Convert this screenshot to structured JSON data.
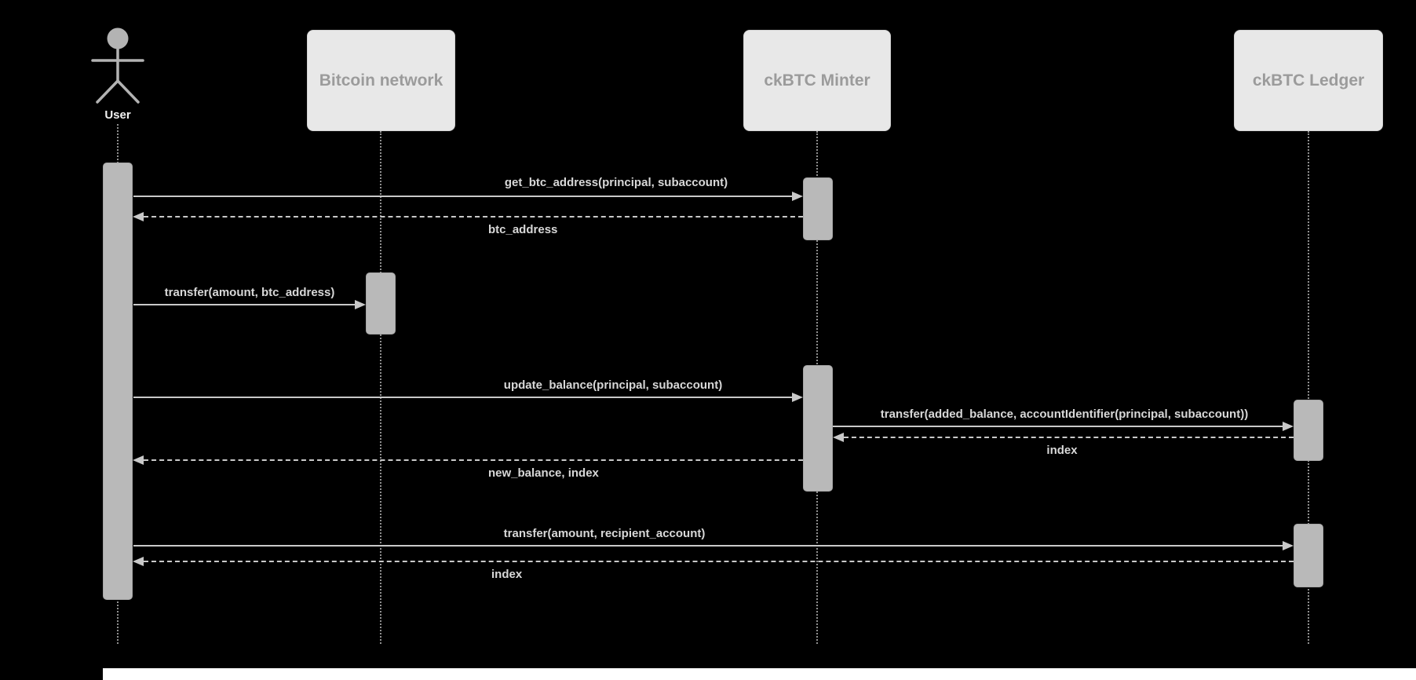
{
  "diagram": {
    "type": "uml-sequence",
    "participants": [
      {
        "id": "user",
        "kind": "actor",
        "label": "User"
      },
      {
        "id": "bitcoin-network",
        "kind": "participant",
        "label": "Bitcoin network"
      },
      {
        "id": "ckbtc-minter",
        "kind": "participant",
        "label": "ckBTC Minter"
      },
      {
        "id": "ckbtc-ledger",
        "kind": "participant",
        "label": "ckBTC Ledger"
      }
    ],
    "messages": [
      {
        "from": "User",
        "to": "ckBTC Minter",
        "style": "solid",
        "label": "get_btc_address(principal, subaccount)"
      },
      {
        "from": "ckBTC Minter",
        "to": "User",
        "style": "dashed",
        "label": "btc_address"
      },
      {
        "from": "User",
        "to": "Bitcoin network",
        "style": "solid",
        "label": "transfer(amount, btc_address)"
      },
      {
        "from": "User",
        "to": "ckBTC Minter",
        "style": "solid",
        "label": "update_balance(principal, subaccount)"
      },
      {
        "from": "ckBTC Minter",
        "to": "ckBTC Ledger",
        "style": "solid",
        "label": "transfer(added_balance, accountIdentifier(principal, subaccount))"
      },
      {
        "from": "ckBTC Ledger",
        "to": "ckBTC Minter",
        "style": "dashed",
        "label": "index"
      },
      {
        "from": "ckBTC Minter",
        "to": "User",
        "style": "dashed",
        "label": "new_balance, index"
      },
      {
        "from": "User",
        "to": "ckBTC Ledger",
        "style": "solid",
        "label": "transfer(amount, recipient_account)"
      },
      {
        "from": "ckBTC Ledger",
        "to": "User",
        "style": "dashed",
        "label": "index"
      }
    ],
    "colors": {
      "background": "#000000",
      "participant_fill": "#e8e8e8",
      "participant_border": "#d2d2d2",
      "participant_text": "#9b9b9b",
      "activation_fill": "#b9b9b9",
      "line": "#c9c9c9",
      "message_text": "#d8d8d8",
      "actor_label_text": "#f2f2f2"
    }
  }
}
